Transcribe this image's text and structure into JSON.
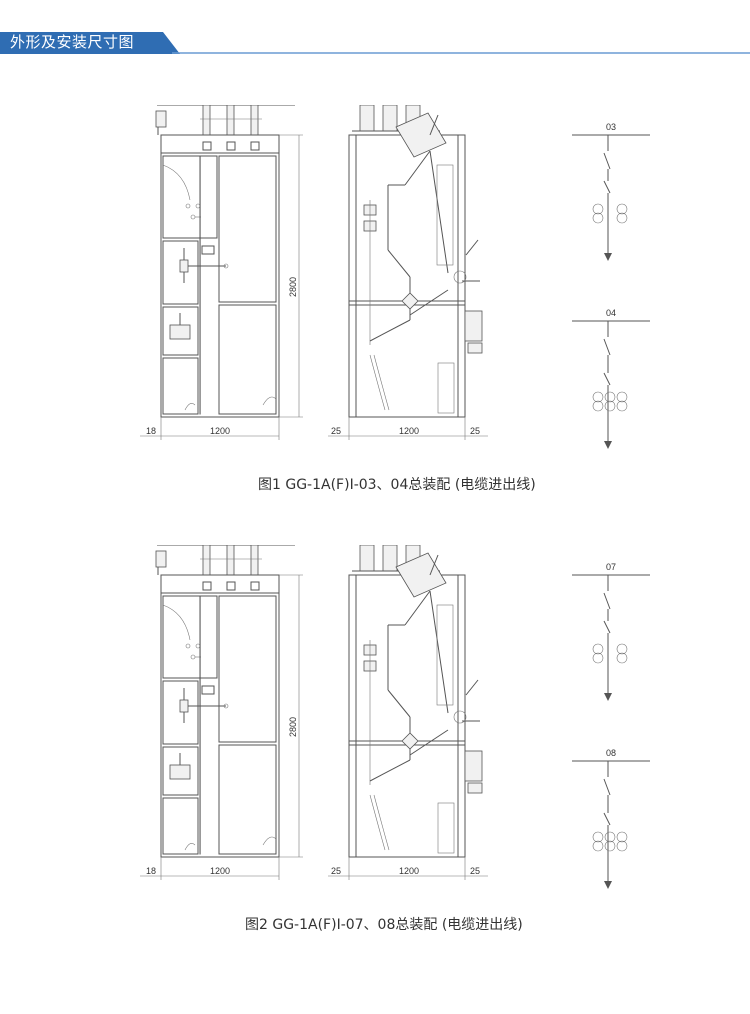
{
  "header": {
    "title": "外形及安装尺寸图",
    "band_color": "#2f6db3"
  },
  "figures": [
    {
      "caption": "图1 GG-1A(F)I-03、04总装配 (电缆进出线)",
      "front_height_dim": "2800",
      "front_left_dim": "18",
      "front_width_dim": "1200",
      "side_left_dim": "25",
      "side_width_dim": "1200",
      "side_right_dim": "25",
      "schemes": [
        "03",
        "04"
      ]
    },
    {
      "caption": "图2 GG-1A(F)I-07、08总装配 (电缆进出线)",
      "front_height_dim": "2800",
      "front_left_dim": "18",
      "front_width_dim": "1200",
      "side_left_dim": "25",
      "side_width_dim": "1200",
      "side_right_dim": "25",
      "schemes": [
        "07",
        "08"
      ]
    }
  ]
}
